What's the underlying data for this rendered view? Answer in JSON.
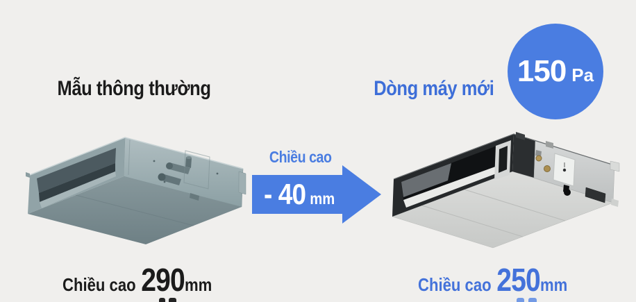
{
  "page": {
    "background": "#f0efed"
  },
  "old_model": {
    "title": "Mẫu thông thường",
    "spec_label": "Chiều cao",
    "spec_value": "290",
    "spec_unit": "mm"
  },
  "new_model": {
    "title": "Dòng máy mới",
    "spec_label": "Chiều cao",
    "spec_value": "250",
    "spec_unit": "mm"
  },
  "pressure_badge": {
    "value": "150",
    "unit": "Pa"
  },
  "reduction_arrow": {
    "label": "Chiều cao",
    "value": "- 40",
    "unit": "mm"
  },
  "colors": {
    "accent_blue": "#4a7de1",
    "title_blue": "#3d6ed8",
    "spec_blue": "#4472da",
    "text_black": "#1b1b1b",
    "old_unit_body": "#8fa1a5",
    "new_unit_body": "#26292b"
  }
}
